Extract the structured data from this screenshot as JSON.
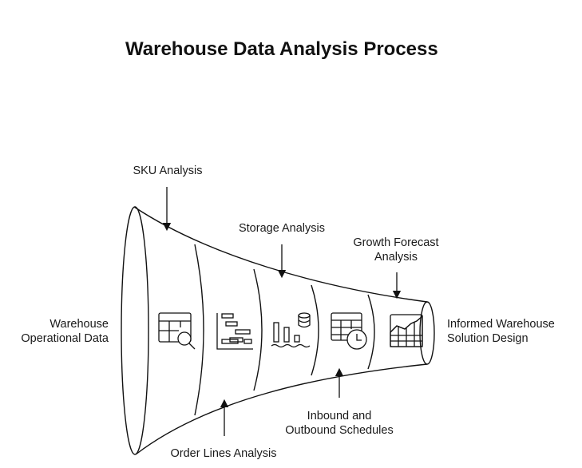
{
  "title": "Warehouse Data Analysis Process",
  "input_label": [
    "Warehouse",
    "Operational Data"
  ],
  "output_label": [
    "Informed Warehouse",
    "Solution Design"
  ],
  "stages": [
    {
      "label": [
        "SKU Analysis"
      ],
      "position": "top",
      "icon": "table-search-icon"
    },
    {
      "label": [
        "Order Lines Analysis"
      ],
      "position": "bottom",
      "icon": "gantt-chart-icon"
    },
    {
      "label": [
        "Storage Analysis"
      ],
      "position": "top",
      "icon": "bar-chart-database-icon"
    },
    {
      "label": [
        "Inbound and",
        "Outbound Schedules"
      ],
      "position": "bottom",
      "icon": "table-clock-icon"
    },
    {
      "label": [
        "Growth Forecast",
        "Analysis"
      ],
      "position": "top",
      "icon": "line-chart-grid-icon"
    }
  ],
  "colors": {
    "stroke": "#111111",
    "background": "#ffffff",
    "text": "#1a1a1a"
  }
}
